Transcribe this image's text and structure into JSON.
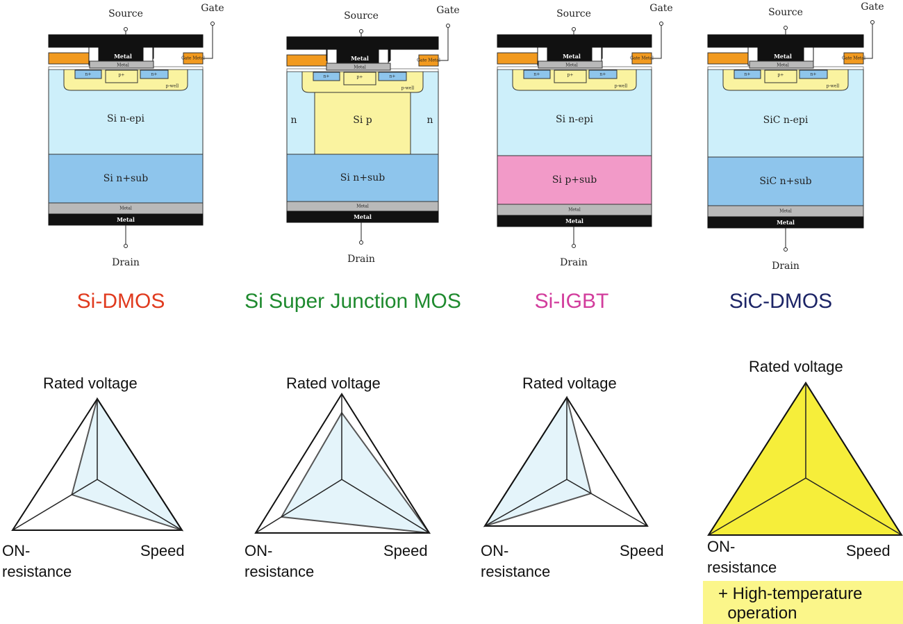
{
  "devices": [
    {
      "id": "si-dmos",
      "title": "Si-DMOS",
      "title_color": "#e03a1e",
      "source_label": "Source",
      "gate_label": "Gate",
      "drain_label": "Drain",
      "metal_top": "Metal",
      "metal_mid": "Metal",
      "gate_metal": "Gate Metal",
      "nplus_left": "n+",
      "pplus": "p+",
      "nplus_right": "n+",
      "pwell": "p-well",
      "epi_label": "Si  n-epi",
      "sub_label": "Si n+sub",
      "sub_color": "#8ec5ec",
      "metal_bottom_gray": "Metal",
      "metal_bottom_black": "Metal"
    },
    {
      "id": "si-sj-mos",
      "title": "Si Super Junction MOS",
      "title_color": "#1e8a2e",
      "source_label": "Source",
      "gate_label": "Gate",
      "drain_label": "Drain",
      "metal_top": "Metal",
      "metal_mid": "Metal",
      "gate_metal": "Gate Metal",
      "nplus_left": "n+",
      "pplus": "p+",
      "nplus_right": "n+",
      "pwell": "p-well",
      "pillar_label": "Si  p",
      "n_left": "n",
      "n_right": "n",
      "sub_label": "Si n+sub",
      "sub_color": "#8ec5ec",
      "metal_bottom_gray": "Metal",
      "metal_bottom_black": "Metal"
    },
    {
      "id": "si-igbt",
      "title": "Si-IGBT",
      "title_color": "#d23c9c",
      "source_label": "Source",
      "gate_label": "Gate",
      "drain_label": "Drain",
      "metal_top": "Metal",
      "metal_mid": "Metal",
      "gate_metal": "Gate Metal",
      "nplus_left": "n+",
      "pplus": "p+",
      "nplus_right": "n+",
      "pwell": "p-well",
      "epi_label": "Si  n-epi",
      "sub_label": "Si p+sub",
      "sub_color": "#f29ac8",
      "metal_bottom_gray": "Metal",
      "metal_bottom_black": "Metal"
    },
    {
      "id": "sic-dmos",
      "title": "SiC-DMOS",
      "title_color": "#1c2466",
      "source_label": "Source",
      "gate_label": "Gate",
      "drain_label": "Drain",
      "metal_top": "Metal",
      "metal_mid": "Metal",
      "gate_metal": "Gate Metal",
      "nplus_left": "n+",
      "pplus": "p+",
      "nplus_right": "n+",
      "pwell": "p-well",
      "epi_label": "SiC  n-epi",
      "sub_label": "SiC n+sub",
      "sub_color": "#8ec5ec",
      "metal_bottom_gray": "Metal",
      "metal_bottom_black": "Metal"
    }
  ],
  "radars": [
    {
      "id": "si-dmos",
      "axis_top": "Rated voltage",
      "axis_left": "ON-\nresistance",
      "axis_right": "Speed",
      "values": {
        "rated_voltage": 1.0,
        "on_resistance": 0.3,
        "speed": 1.0
      },
      "fill_color": "#e4f4fa"
    },
    {
      "id": "si-sj-mos",
      "axis_top": "Rated voltage",
      "axis_left": "ON-\nresistance",
      "axis_right": "Speed",
      "values": {
        "rated_voltage": 0.78,
        "on_resistance": 0.7,
        "speed": 1.0
      },
      "fill_color": "#e4f4fa"
    },
    {
      "id": "si-igbt",
      "axis_top": "Rated voltage",
      "axis_left": "ON-\nresistance",
      "axis_right": "Speed",
      "values": {
        "rated_voltage": 1.0,
        "on_resistance": 1.0,
        "speed": 0.3
      },
      "fill_color": "#e4f4fa"
    },
    {
      "id": "sic-dmos",
      "axis_top": "Rated voltage",
      "axis_left": "ON-\nresistance",
      "axis_right": "Speed",
      "values": {
        "rated_voltage": 1.0,
        "on_resistance": 1.0,
        "speed": 1.0
      },
      "fill_color": "#f6ee3a"
    }
  ],
  "note": "+ High-temperature\n  operation"
}
